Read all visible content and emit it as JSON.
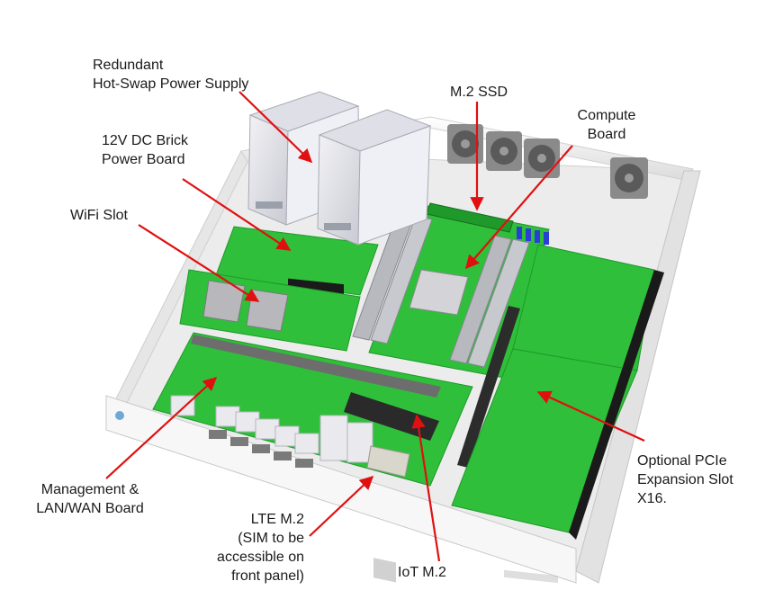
{
  "labels": {
    "power_supply": {
      "lines": [
        "Redundant",
        "Hot-Swap Power Supply"
      ]
    },
    "power_board": {
      "lines": [
        "12V DC Brick",
        "Power Board"
      ]
    },
    "wifi": {
      "lines": [
        "WiFi Slot"
      ]
    },
    "m2_ssd": {
      "lines": [
        "M.2 SSD"
      ]
    },
    "compute": {
      "lines": [
        "Compute",
        "Board"
      ]
    },
    "management": {
      "lines": [
        "Management &",
        "LAN/WAN Board"
      ]
    },
    "lte": {
      "lines": [
        "LTE M.2",
        "(SIM to be",
        "accessible on",
        "front panel)"
      ]
    },
    "iot": {
      "lines": [
        "IoT M.2"
      ]
    },
    "pcie": {
      "lines": [
        "Optional PCIe",
        "Expansion Slot",
        "X16."
      ]
    }
  },
  "colors": {
    "pcb": "#2fbf3a",
    "pcb_dark": "#1f9a2a",
    "chassis": "#f4f4f4",
    "arrow": "#e01010",
    "text": "#1a1a1a"
  }
}
